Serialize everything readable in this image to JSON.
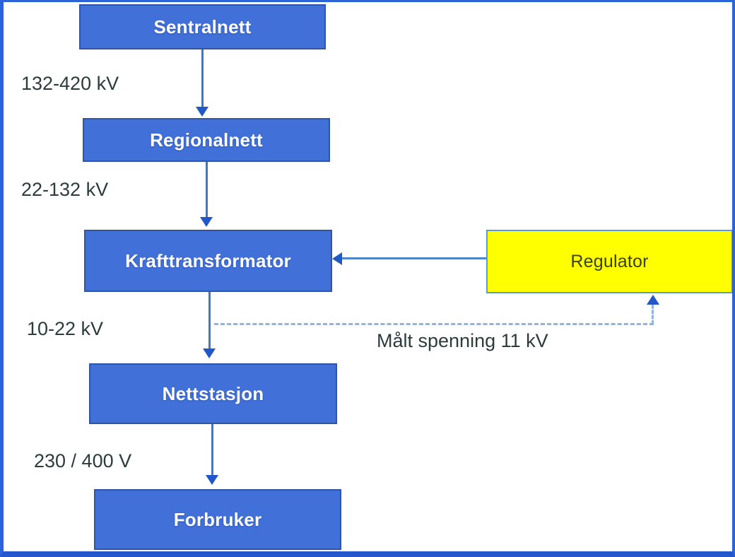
{
  "diagram": {
    "description": "Norwegian power grid voltage hierarchy flowchart with voltage regulator feedback loop",
    "nodes": [
      {
        "id": "sentralnett",
        "label": "Sentralnett",
        "type": "blue"
      },
      {
        "id": "regionalnett",
        "label": "Regionalnett",
        "type": "blue"
      },
      {
        "id": "krafttransformator",
        "label": "Krafttransformator",
        "type": "blue"
      },
      {
        "id": "nettstasjon",
        "label": "Nettstasjon",
        "type": "blue"
      },
      {
        "id": "forbruker",
        "label": "Forbruker",
        "type": "blue"
      },
      {
        "id": "regulator",
        "label": "Regulator",
        "type": "yellow"
      }
    ],
    "edge_labels": [
      {
        "id": "sentral-to-regional",
        "label": "132-420 kV"
      },
      {
        "id": "regional-to-kraft",
        "label": "22-132 kV"
      },
      {
        "id": "kraft-to-nettstasjon",
        "label": "10-22 kV"
      },
      {
        "id": "nettstasjon-to-forbruker",
        "label": "230 / 400 V"
      },
      {
        "id": "feedback-measurement",
        "label": "Målt spenning 11 kV"
      }
    ],
    "edges": [
      {
        "from": "sentralnett",
        "to": "regionalnett",
        "style": "solid-arrow-down"
      },
      {
        "from": "regionalnett",
        "to": "krafttransformator",
        "style": "solid-arrow-down"
      },
      {
        "from": "krafttransformator",
        "to": "nettstasjon",
        "style": "solid-arrow-down"
      },
      {
        "from": "nettstasjon",
        "to": "forbruker",
        "style": "solid-arrow-down"
      },
      {
        "from": "regulator",
        "to": "krafttransformator",
        "style": "solid-arrow-left"
      },
      {
        "from": "krafttransformator-output",
        "to": "regulator",
        "style": "dashed-arrow-up"
      }
    ],
    "colors": {
      "node_blue_fill": "#4170d8",
      "node_blue_border": "#2f55a4",
      "node_text_white": "#ffffff",
      "node_yellow_fill": "#ffff00",
      "node_yellow_border": "#5b9bd5",
      "arrow_blue": "#2257c8",
      "dashed_line_blue": "#8fb3e2",
      "label_text": "#2c3c3c",
      "frame_border": "#2b63d9",
      "background": "#ffffff"
    }
  }
}
